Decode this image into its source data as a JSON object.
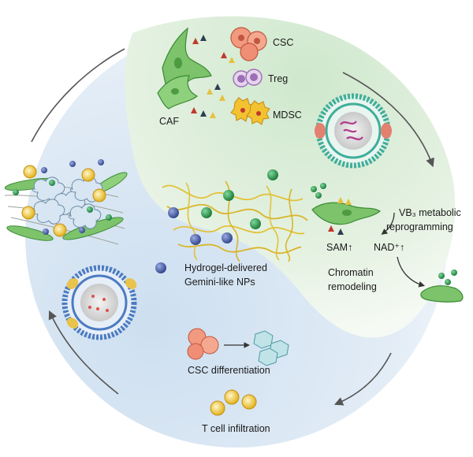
{
  "top_panel": {
    "cell_labels": {
      "caf": "CAF",
      "csc": "CSC",
      "treg": "Treg",
      "mdsc": "MDSC"
    }
  },
  "center": {
    "title_line1": "Hydrogel-delivered",
    "title_line2": "Gemini-like NPs"
  },
  "right_panel": {
    "vb_line1": "VB₃ metabolic",
    "vb_line2": "reprogramming",
    "sam": "SAM↑",
    "nad": "NAD⁺↑",
    "chromatin_line1": "Chromatin",
    "chromatin_line2": "remodeling"
  },
  "bottom_panel": {
    "csc_diff": "CSC differentiation",
    "tcell": "T cell infiltration"
  },
  "colors": {
    "green_region": "#d8ecd6",
    "blue_region": "#d6e4f2",
    "arrow": "#555555",
    "membrane": "#3fae9a",
    "green_np": "#2d9a4e",
    "blue_np": "#4b63b0",
    "tcell": "#f0c43a",
    "csc": "#e8826a",
    "fiber": "#e2c23a"
  }
}
